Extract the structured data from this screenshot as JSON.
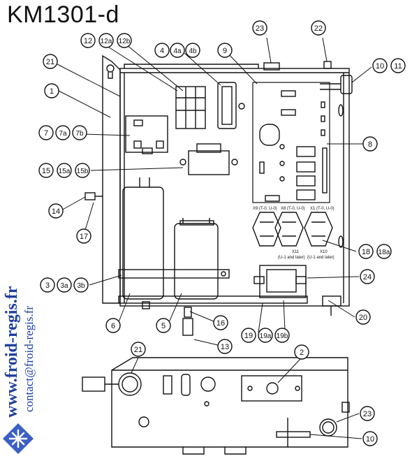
{
  "title": "KM1301-d",
  "watermark": {
    "site": "www.froid-regis.fr",
    "email": "contact@froid-regis.fr"
  },
  "callouts": [
    {
      "id": "c21",
      "label": "21"
    },
    {
      "id": "c1",
      "label": "1"
    },
    {
      "id": "c12",
      "label": "12"
    },
    {
      "id": "c12a",
      "label": "12a"
    },
    {
      "id": "c12b",
      "label": "12b"
    },
    {
      "id": "c4",
      "label": "4"
    },
    {
      "id": "c4a",
      "label": "4a"
    },
    {
      "id": "c4b",
      "label": "4b"
    },
    {
      "id": "c9",
      "label": "9"
    },
    {
      "id": "c23",
      "label": "23"
    },
    {
      "id": "c22",
      "label": "22"
    },
    {
      "id": "c10",
      "label": "10"
    },
    {
      "id": "c11",
      "label": "11"
    },
    {
      "id": "c7",
      "label": "7"
    },
    {
      "id": "c7a",
      "label": "7a"
    },
    {
      "id": "c7b",
      "label": "7b"
    },
    {
      "id": "c8",
      "label": "8"
    },
    {
      "id": "c15",
      "label": "15"
    },
    {
      "id": "c15a",
      "label": "15a"
    },
    {
      "id": "c15b",
      "label": "15b"
    },
    {
      "id": "c14",
      "label": "14"
    },
    {
      "id": "c17",
      "label": "17"
    },
    {
      "id": "c18",
      "label": "18"
    },
    {
      "id": "c18a",
      "label": "18a"
    },
    {
      "id": "c3",
      "label": "3"
    },
    {
      "id": "c3a",
      "label": "3a"
    },
    {
      "id": "c3b",
      "label": "3b"
    },
    {
      "id": "c24",
      "label": "24"
    },
    {
      "id": "c6",
      "label": "6"
    },
    {
      "id": "c5",
      "label": "5"
    },
    {
      "id": "c16",
      "label": "16"
    },
    {
      "id": "c20",
      "label": "20"
    },
    {
      "id": "c13",
      "label": "13"
    },
    {
      "id": "c19",
      "label": "19"
    },
    {
      "id": "c19a",
      "label": "19a"
    },
    {
      "id": "c19b",
      "label": "19b"
    },
    {
      "id": "c21_lower",
      "label": "21"
    },
    {
      "id": "c2",
      "label": "2"
    },
    {
      "id": "c23_lower",
      "label": "23"
    },
    {
      "id": "c10_lower",
      "label": "10"
    }
  ],
  "board_labels": {
    "x9": "X9 (T-0, U-0)",
    "x8": "X8 (T-0, U-0)",
    "x1": "X1 (T-0, U-0)",
    "x11": "X11",
    "x11_note": "(U-1 and later)",
    "x10": "X10",
    "x10_note": "(U-1 and later)"
  },
  "colors": {
    "line": "#111111",
    "watermark": "#1d3f9e",
    "logo_bg": "#3b5fc4"
  }
}
